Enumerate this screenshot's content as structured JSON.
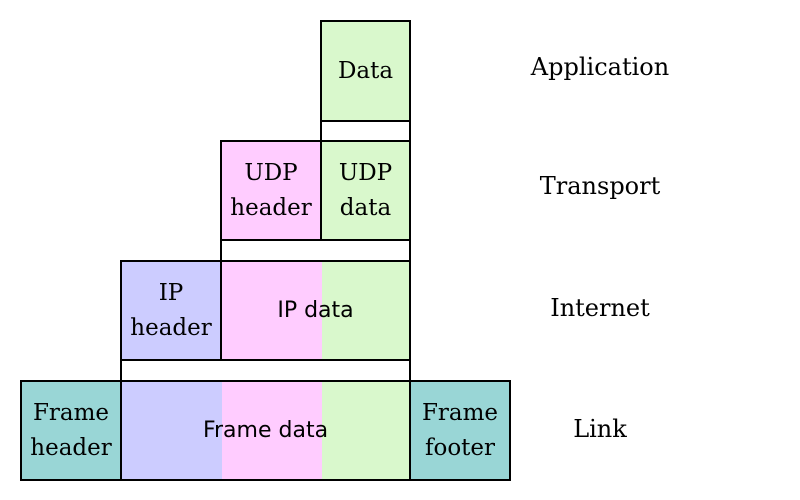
{
  "colors": {
    "data": "#d9f8cc",
    "udp_header": "#ffccff",
    "ip_header": "#ccccff",
    "frame_edges": "#99d6d6",
    "border": "#000000"
  },
  "application": {
    "layer": "Application",
    "data": "Data"
  },
  "transport": {
    "layer": "Transport",
    "udp_header": "UDP\nheader",
    "udp_data": "UDP\ndata"
  },
  "internet": {
    "layer": "Internet",
    "ip_header": "IP\nheader",
    "ip_data": "IP data"
  },
  "link": {
    "layer": "Link",
    "frame_header": "Frame\nheader",
    "frame_data": "Frame data",
    "frame_footer": "Frame\nfooter"
  }
}
